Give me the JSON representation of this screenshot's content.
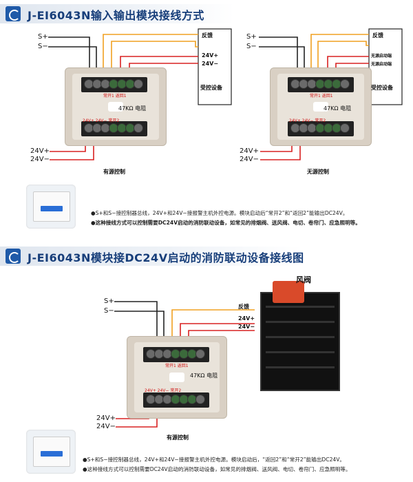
{
  "section1": {
    "title": "J-EI6043N输入输出模块接线方式",
    "left_diagram": {
      "bus_labels": [
        "S+",
        "S−"
      ],
      "power_labels": [
        "24V+",
        "24V−"
      ],
      "device_box": {
        "feedback": "反馈",
        "power_plus": "24V+",
        "power_minus": "24V−",
        "device": "受控设备"
      },
      "resistor": "47KΩ 电阻",
      "caption": "有源控制"
    },
    "right_diagram": {
      "bus_labels": [
        "S+",
        "S−"
      ],
      "power_labels": [
        "24V+",
        "24V−"
      ],
      "device_box": {
        "feedback": "反馈",
        "dry1": "无源启动端",
        "dry2": "无源启动端",
        "device": "受控设备"
      },
      "resistor": "47KΩ 电阻",
      "caption": "无源控制"
    },
    "notes": [
      "●S+和S−接控制器总线，24V+和24V−接报警主机外控电源。模块启动后“常开2”和“返回2”能输出DC24V。",
      "●这种接线方式可以控制需要DC24V启动的消防联动设备，如常见的排烟阀、送风阀、电切、卷帘门、应急照明等。"
    ]
  },
  "section2": {
    "title": "J-EI6043N模块接DC24V启动的消防联动设备接线图",
    "damper_label": "风阀",
    "bus_labels": [
      "S+",
      "S−"
    ],
    "power_labels": [
      "24V+",
      "24V−"
    ],
    "line_labels": {
      "feedback": "反馈",
      "power_plus": "24V+",
      "power_minus": "24V−"
    },
    "resistor": "47KΩ 电阻",
    "caption": "有源控制",
    "notes": [
      "●S+和S−接控制器总线，24V+和24V−接报警主机外控电源。模块启动后，“返回2”和“常开2”能输出DC24V。",
      "●这种接线方式可以控制需要DC24V启动的消防联动设备，如常见的排烟阀、送风阀、电切、卷帘门、应急照明等。"
    ]
  },
  "colors": {
    "bus": "#222222",
    "feedback": "#f0a020",
    "power_plus": "#d92020",
    "power_minus": "#d92020",
    "banner_text": "#173e7a"
  }
}
